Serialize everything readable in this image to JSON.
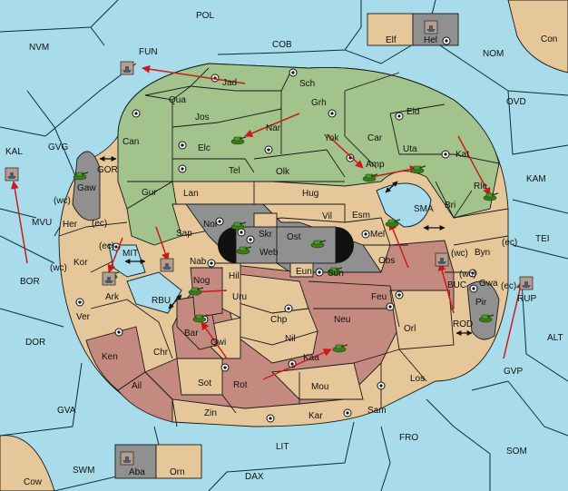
{
  "palette": {
    "ocean": "#a8dcea",
    "green": "#a3c38c",
    "tan": "#e5c799",
    "red": "#c48a80",
    "grey": "#909090",
    "black": "#111111",
    "arrow": "#c81c1c",
    "army": "#3a7d1a"
  },
  "labels": {
    "pol": "POL",
    "nvm": "NVM",
    "fun": "FUN",
    "cob": "COB",
    "elf": "Elf",
    "hel": "Hel",
    "con": "Con",
    "nom": "NOM",
    "ovd": "OVD",
    "kam": "KAM",
    "tei": "TEI",
    "alt": "ALT",
    "gvp": "GVP",
    "som": "SOM",
    "fro": "FRO",
    "dax": "DAX",
    "lit": "LIT",
    "aba": "Aba",
    "orn": "Orn",
    "swm": "SWM",
    "cow": "Cow",
    "gva": "GVA",
    "dor": "DOR",
    "bor": "BOR",
    "kal": "KAL",
    "gvg": "GVG",
    "mvu": "MVU",
    "jad": "Jad",
    "sch": "Sch",
    "qua": "Qua",
    "jos": "Jos",
    "grh": "Grh",
    "eld": "Eld",
    "can": "Can",
    "elc": "Elc",
    "nar": "Nar",
    "yok": "Yok",
    "car": "Car",
    "uta": "Uta",
    "kat": "Kat",
    "amp": "Amp",
    "tel": "Tel",
    "olk": "Olk",
    "gur": "Gur",
    "lan": "Lan",
    "hug": "Hug",
    "rle": "Rle",
    "bri": "Bri",
    "gor": "GOR",
    "gaw": "Gaw",
    "wc": "(wc)",
    "ec": "(ec)",
    "her": "Her",
    "sap": "Sap",
    "nor": "Nor",
    "skr": "Skr",
    "ost": "Ost",
    "vil": "Vil",
    "esm": "Esm",
    "sma": "SMA",
    "web": "Web",
    "mel": "Mel",
    "byn": "Byn",
    "kor": "Kor",
    "mit": "MIT",
    "nab": "Nab",
    "eun": "Eun",
    "sun": "Sun",
    "obs": "Obs",
    "buc": "BUC",
    "gwa": "Gwa",
    "rup": "RUP",
    "ark": "Ark",
    "rbu": "RBU",
    "nog": "Nog",
    "hil": "Hil",
    "uru": "Uru",
    "feu": "Feu",
    "pir": "Pir",
    "ver": "Ver",
    "chp": "Chp",
    "neu": "Neu",
    "orl": "Orl",
    "rod": "ROD",
    "bar": "Bar",
    "qwi": "Qwi",
    "nil": "Nil",
    "ken": "Ken",
    "chr": "Chr",
    "kaa": "Kaa",
    "ail": "Ail",
    "sot": "Sot",
    "rot": "Rot",
    "mou": "Mou",
    "los": "Los",
    "zin": "Zin",
    "kar": "Kar",
    "sam": "Sam"
  },
  "units": {
    "army": "army-icon",
    "fleet": "fleet-icon",
    "supply_center": "supply-center-icon"
  }
}
